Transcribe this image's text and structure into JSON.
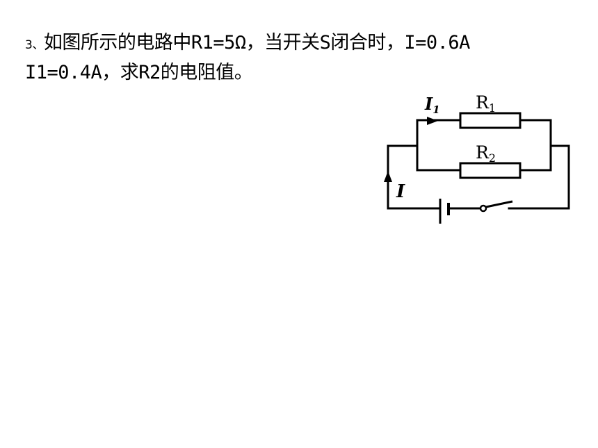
{
  "question": {
    "number": "3、",
    "line1": "如图所示的电路中R1=5Ω，当开关S闭合时，I=0.6A",
    "line2": "I1=0.4A，求R2的电阻值。"
  },
  "circuit": {
    "label_i1_main": "I",
    "label_i1_sub": "1",
    "label_r1_main": "R",
    "label_r1_sub": "1",
    "label_r2_main": "R",
    "label_r2_sub": "2",
    "label_i": "I"
  }
}
